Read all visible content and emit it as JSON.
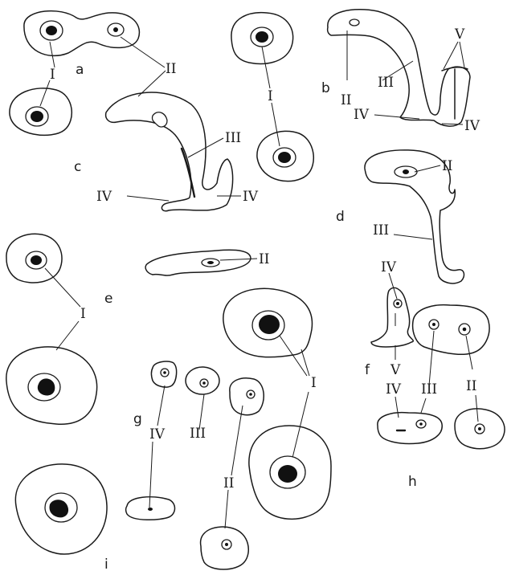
{
  "panel_letters": {
    "a": "a",
    "b": "b",
    "c": "c",
    "d": "d",
    "e": "e",
    "f": "f",
    "g": "g",
    "h": "h",
    "i": "i"
  },
  "stage_labels": {
    "I": "I",
    "II": "II",
    "III": "III",
    "IV": "IV",
    "V": "V"
  }
}
